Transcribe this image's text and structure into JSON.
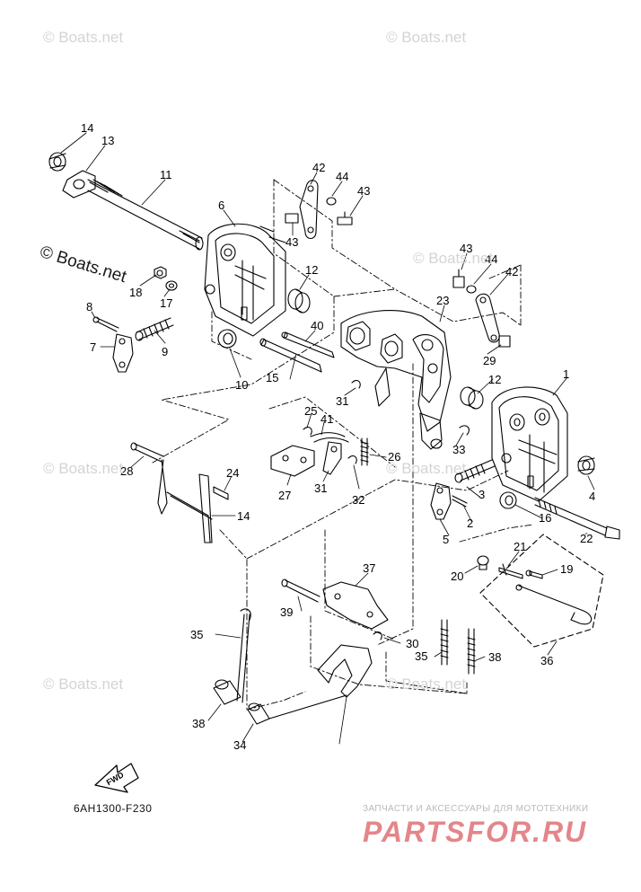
{
  "watermarks": {
    "primary": "© Boats.net",
    "faint": "© Boats.net"
  },
  "diagram_code": "6AH1300-F230",
  "fwd_label": "FWD",
  "shop": {
    "tagline": "ЗАПЧАСТИ И АКСЕССУАРЫ ДЛЯ МОТОТЕХНИКИ",
    "logo": "PARTSFOR.RU"
  },
  "callouts": [
    "14",
    "13",
    "11",
    "6",
    "42",
    "44",
    "43",
    "43",
    "18",
    "17",
    "12",
    "8",
    "7",
    "9",
    "10",
    "40",
    "15",
    "43",
    "44",
    "42",
    "23",
    "12",
    "1",
    "29",
    "31",
    "25",
    "41",
    "33",
    "26",
    "28",
    "24",
    "27",
    "31",
    "32",
    "14",
    "4",
    "3",
    "2",
    "5",
    "16",
    "22",
    "20",
    "21",
    "19",
    "36",
    "37",
    "39",
    "30",
    "35",
    "35",
    "38",
    "38",
    "34"
  ]
}
